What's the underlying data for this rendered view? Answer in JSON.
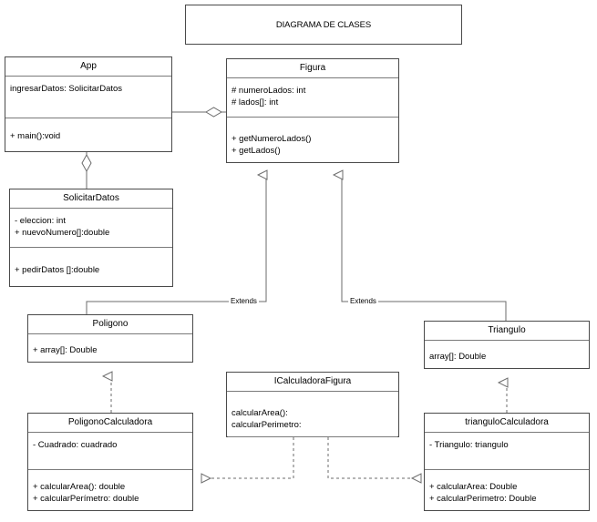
{
  "diagram": {
    "title": "DIAGRAMA DE CLASES",
    "line_color": "#6b6b6b",
    "box_border_color": "#4a4a4a",
    "background": "#ffffff"
  },
  "classes": {
    "app": {
      "name": "App",
      "attributes": [
        "ingresarDatos: SolicitarDatos"
      ],
      "operations": [
        "+ main():void"
      ]
    },
    "figura": {
      "name": "Figura",
      "attributes": [
        "# numeroLados: int",
        "# lados[]: int"
      ],
      "operations": [
        "+ getNumeroLados()",
        "+ getLados()"
      ]
    },
    "solicitar_datos": {
      "name": "SolicitarDatos",
      "attributes": [
        "- eleccion: int",
        "+ nuevoNumero[]:double"
      ],
      "operations": [
        "+ pedirDatos []:double"
      ]
    },
    "poligono": {
      "name": "Poligono",
      "attributes": [
        "+ array[]: Double"
      ]
    },
    "triangulo": {
      "name": "Triangulo",
      "attributes": [
        "array[]: Double"
      ]
    },
    "icalculadora_figura": {
      "name": "ICalculadoraFigura",
      "operations": [
        "calcularArea():",
        "calcularPerimetro:"
      ]
    },
    "poligono_calculadora": {
      "name": "PoligonoCalculadora",
      "attributes": [
        "- Cuadrado: cuadrado"
      ],
      "operations": [
        "+ calcularArea(): double",
        "+ calcularPerímetro: double"
      ]
    },
    "triangulo_calculadora": {
      "name": "trianguloCalculadora",
      "attributes": [
        "- Triangulo: triangulo"
      ],
      "operations": [
        "+ calcularArea: Double",
        "+ calcularPerimetro: Double"
      ]
    }
  },
  "relationships": [
    {
      "id": "app-figura",
      "type": "aggregation",
      "from": "app",
      "to": "figura",
      "label": ""
    },
    {
      "id": "app-solicitardatos",
      "type": "aggregation",
      "from": "app",
      "to": "solicitar_datos",
      "label": ""
    },
    {
      "id": "poligono-figura",
      "type": "generalization",
      "from": "poligono",
      "to": "figura",
      "label": "Extends"
    },
    {
      "id": "triangulo-figura",
      "type": "generalization",
      "from": "triangulo",
      "to": "figura",
      "label": "Extends"
    },
    {
      "id": "poligonocalculadora-poligono",
      "type": "realization",
      "from": "poligono_calculadora",
      "to": "poligono",
      "label": ""
    },
    {
      "id": "triangulocalculadora-triangulo",
      "type": "realization",
      "from": "triangulo_calculadora",
      "to": "triangulo",
      "label": ""
    },
    {
      "id": "poligonocalculadora-icalculadora",
      "type": "realization",
      "from": "icalculadora_figura",
      "to": "poligono_calculadora",
      "label": ""
    },
    {
      "id": "triangulocalculadora-icalculadora",
      "type": "realization",
      "from": "icalculadora_figura",
      "to": "triangulo_calculadora",
      "label": ""
    }
  ],
  "edge_labels": {
    "extends_left": "Extends",
    "extends_right": "Extends"
  }
}
